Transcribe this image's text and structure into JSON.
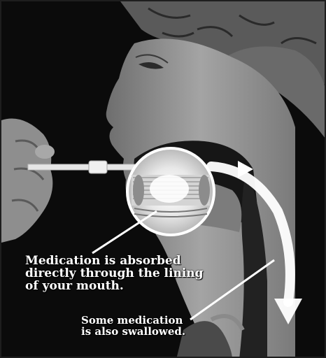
{
  "captions": {
    "absorbed_line1": "Medication is absorbed",
    "absorbed_line2": "directly through the lining",
    "absorbed_line3": "of your mouth.",
    "swallowed_line1": "Some medication",
    "swallowed_line2": "is also swallowed."
  },
  "colors": {
    "background": "#0b0b0b",
    "skin": "#9a9a9a",
    "brain": "#5a5a5a",
    "arrow": "#ffffff"
  }
}
